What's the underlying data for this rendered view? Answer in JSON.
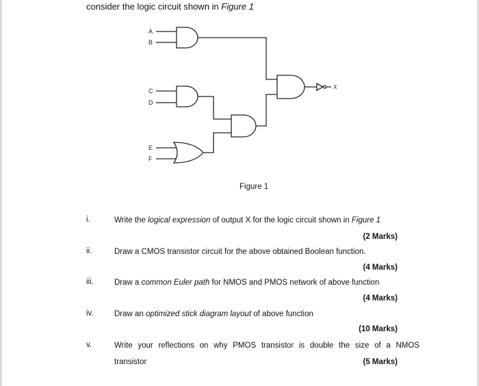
{
  "intro": {
    "text": "consider the logic circuit shown in ",
    "figure_ref": "Figure 1"
  },
  "circuit": {
    "inputs": [
      "A",
      "B",
      "C",
      "D",
      "E",
      "F"
    ],
    "output": "X",
    "caption": "Figure 1"
  },
  "questions": [
    {
      "number": "i.",
      "parts": [
        {
          "text": "Write the ",
          "italic": false
        },
        {
          "text": "logical expression",
          "italic": true
        },
        {
          "text": " of output X for the logic circuit shown in ",
          "italic": false
        },
        {
          "text": "Figure 1",
          "italic": true
        }
      ],
      "marks": "(2 Marks)"
    },
    {
      "number": "ii.",
      "parts": [
        {
          "text": "Draw a CMOS transistor circuit for the above obtained Boolean function.",
          "italic": false
        }
      ],
      "marks": "(4 Marks)"
    },
    {
      "number": "iii.",
      "parts": [
        {
          "text": "Draw a ",
          "italic": false
        },
        {
          "text": "common Euler path",
          "italic": true
        },
        {
          "text": " for NMOS and PMOS network of above function",
          "italic": false
        }
      ],
      "marks": "(4 Marks)"
    },
    {
      "number": "iv.",
      "parts": [
        {
          "text": "Draw an ",
          "italic": false
        },
        {
          "text": "optimized stick diagram layout",
          "italic": true
        },
        {
          "text": " of above function",
          "italic": false
        }
      ],
      "marks": "(10 Marks)"
    },
    {
      "number": "v.",
      "line1_words": [
        "Write",
        "your",
        "reflections",
        "on",
        "why",
        "PMOS",
        "transistor",
        "is",
        "double",
        "the",
        "size",
        "of",
        "a",
        "NMOS"
      ],
      "line2": "transistor",
      "marks": "(5 Marks)"
    }
  ]
}
